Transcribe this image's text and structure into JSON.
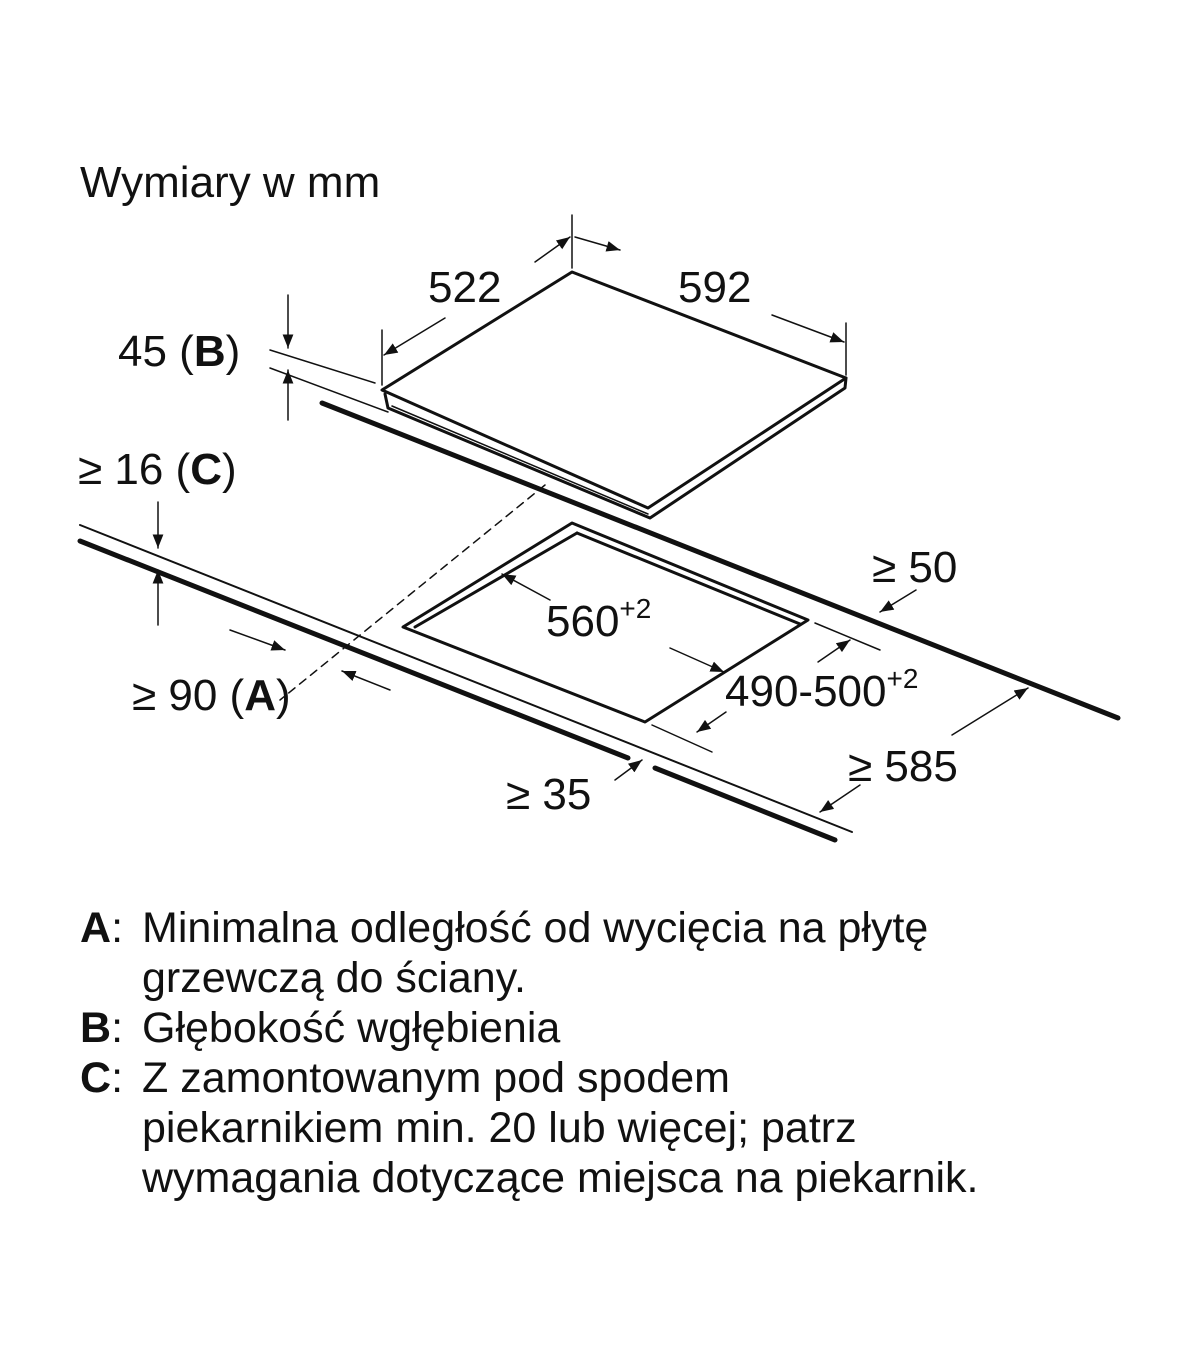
{
  "title": "Wymiary w mm",
  "dimensions": {
    "width": "522",
    "depth": "592",
    "b": "45 (",
    "b_key": "B",
    "c": "≥ 16 (",
    "c_key": "C",
    "a": "≥ 90 (",
    "a_key": "A",
    "close": ")",
    "wall_gap": "≥ 50",
    "cutout_w": "560",
    "cutout_w_tol": "+2",
    "cutout_d": "490-500",
    "cutout_d_tol": "+2",
    "counter_depth": "≥ 585",
    "front_gap": "≥ 35"
  },
  "legend": [
    {
      "key": "A",
      "lines": [
        "Minimalna odległość od wycięcia na płytę",
        "grzewczą do ściany."
      ]
    },
    {
      "key": "B",
      "lines": [
        "Głębokość wgłębienia"
      ]
    },
    {
      "key": "C",
      "lines": [
        "Z zamontowanym pod spodem",
        "piekarnikiem min. 20 lub więcej; patrz",
        "wymagania dotyczące miejsca na piekarnik."
      ]
    }
  ]
}
